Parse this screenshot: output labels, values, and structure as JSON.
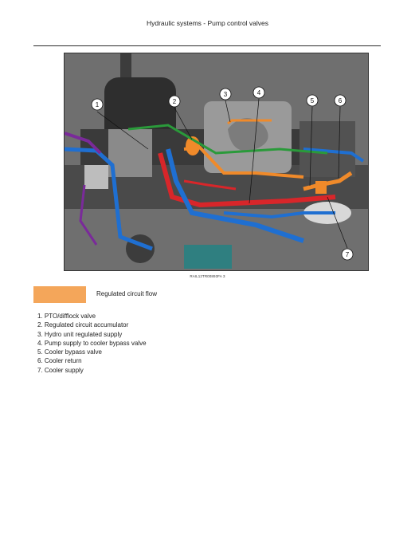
{
  "header": {
    "title": "Hydraulic systems - Pump control valves"
  },
  "figure": {
    "caption": "RAIL12TR00893FA    3",
    "callouts": [
      "1",
      "2",
      "3",
      "4",
      "5",
      "6",
      "7"
    ],
    "colors": {
      "background": "#6f6f6f",
      "regulated_flow": "#f08a2a",
      "pressure": "#d8262a",
      "supply": "#1f6fd1",
      "return": "#2a9a3a",
      "pilot": "#7a2a9a"
    }
  },
  "legend": {
    "swatch_color": "#f4a65a",
    "label": "Regulated circuit flow"
  },
  "items": [
    "1. PTO/difflock valve",
    "2. Regulated circuit accumulator",
    "3. Hydro unit regulated supply",
    "4. Pump supply to cooler bypass valve",
    "5. Cooler bypass valve",
    "6. Cooler return",
    "7. Cooler supply"
  ]
}
